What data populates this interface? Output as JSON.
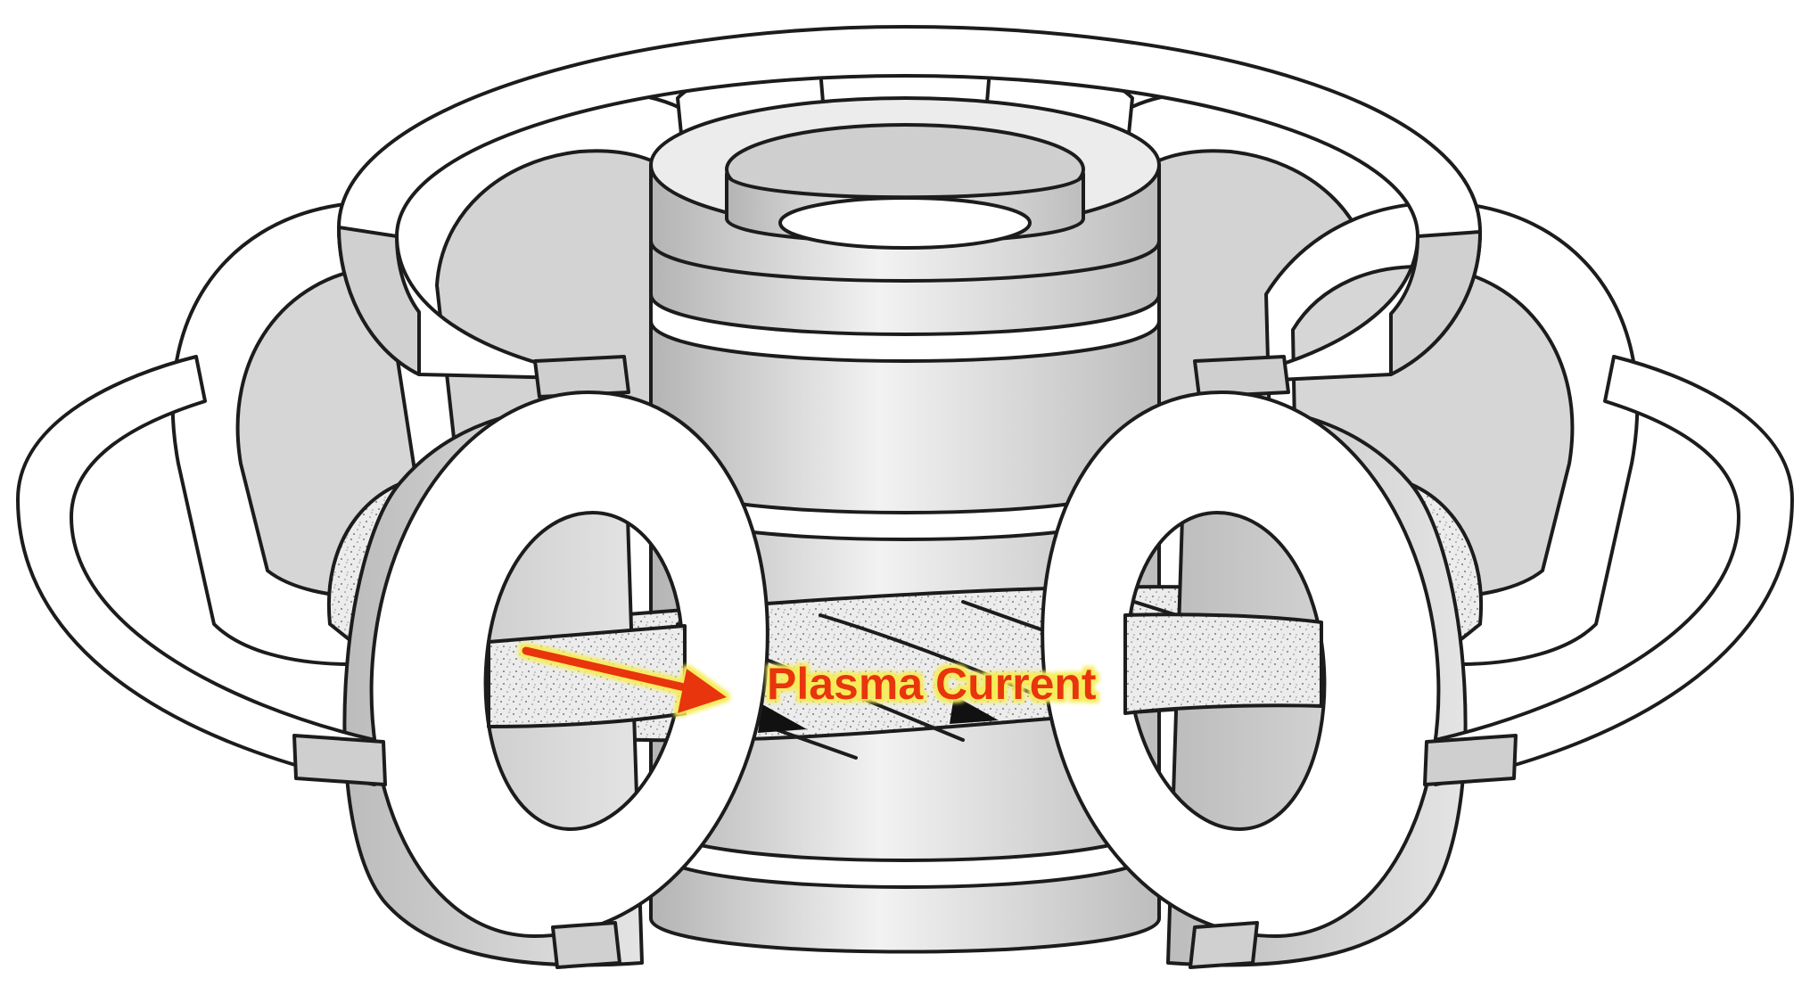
{
  "diagram": {
    "annotation": {
      "label": "Plasma Current",
      "color": "#e8340f",
      "halo": "#f6ec5a"
    },
    "colors": {
      "line": "#1c1c1c",
      "coil_face": "#ffffff",
      "coil_side": "#cfcfcf",
      "solenoid_light": "#f2f2f2",
      "solenoid_dark": "#b4b4b4",
      "plasma_fill": "#e9e9e9"
    },
    "components": [
      "central-solenoid",
      "toroidal-field-coils",
      "poloidal-field-coils",
      "plasma-ring",
      "plasma-current-arrow"
    ]
  }
}
